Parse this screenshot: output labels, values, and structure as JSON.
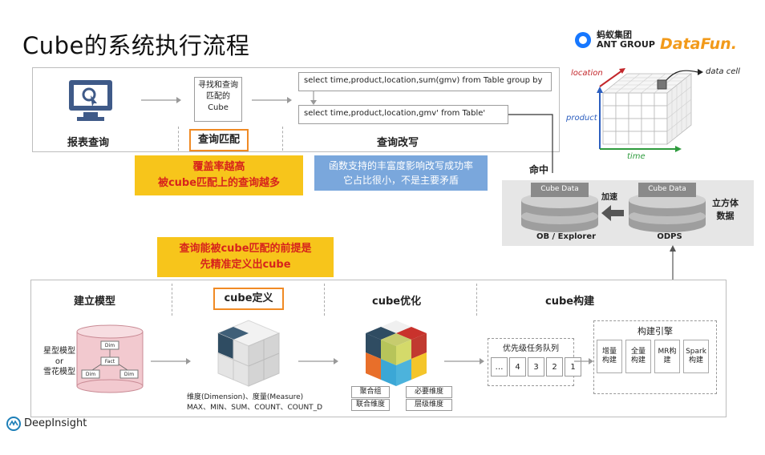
{
  "title": "Cube的系统执行流程",
  "logos": {
    "ant_cn": "蚂蚁集团",
    "ant_en": "ANT GROUP",
    "datafun": "DataFun."
  },
  "top": {
    "stage1": "报表查询",
    "match_box": "寻找和查询匹配的Cube",
    "stage2": "查询匹配",
    "stage3": "查询改写",
    "sql1": "select time,product,location,sum(gmv) from Table group by",
    "sql2": "select time,product,location,gmv' from Table'",
    "yellow_line1": "覆盖率越高",
    "yellow_line2": "被cube匹配上的查询越多",
    "blue_line1": "函数支持的丰富度影响改写成功率",
    "blue_line2": "它占比很小，不是主要矛盾"
  },
  "cube_axes": {
    "location": "location",
    "product": "product",
    "time": "time",
    "data_cell": "data cell"
  },
  "storage": {
    "hit": "命中",
    "left_db_label": "Cube Data",
    "right_db_label": "Cube Data",
    "accelerate": "加速",
    "left_name": "OB / Explorer",
    "right_name": "ODPS",
    "cube_data_line1": "立方体",
    "cube_data_line2": "数据"
  },
  "premise": {
    "line1": "查询能被cube匹配的前提是",
    "line2": "先精准定义出cube"
  },
  "bottom": {
    "stage1": "建立模型",
    "stage2": "cube定义",
    "stage3": "cube优化",
    "stage4": "cube构建",
    "model_line1": "星型模型",
    "model_line2": "or",
    "model_line3": "雪花模型",
    "dim": "Dim",
    "fact": "Fact",
    "def_line1": "维度(Dimension)、度量(Measure)",
    "def_line2": "MAX、MIN、SUM、COUNT、COUNT_D",
    "opt_tags": [
      "聚合组",
      "必要维度",
      "联合维度",
      "层级维度"
    ],
    "queue_title": "优先级任务队列",
    "queue": [
      "…",
      "4",
      "3",
      "2",
      "1"
    ],
    "engine_title": "构建引擎",
    "engines": [
      "增量构建",
      "全量构建",
      "MR构建",
      "Spark构建"
    ]
  },
  "footer": {
    "brand": "DeepInsight"
  },
  "colors": {
    "orange": "#f08a24",
    "yellow": "#f7c51b",
    "red": "#d7241c",
    "blue": "#7aa7dc"
  }
}
